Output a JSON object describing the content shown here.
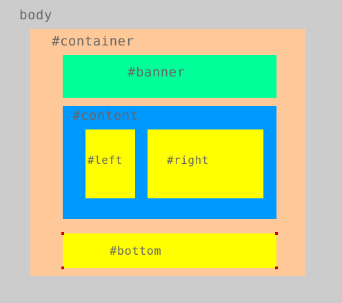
{
  "labels": {
    "body": "body",
    "container": "#container",
    "banner": "#banner",
    "content": "#content",
    "left": "#left",
    "right": "#right",
    "bottom": "#bottom"
  },
  "colors": {
    "body": "#cccccc",
    "container": "#ffc899",
    "banner": "#00ff99",
    "content": "#0099ff",
    "left": "#ffff00",
    "right": "#ffff00",
    "bottom": "#ffff00",
    "selection_handles": "#cc0000",
    "label_text": "#666666"
  }
}
